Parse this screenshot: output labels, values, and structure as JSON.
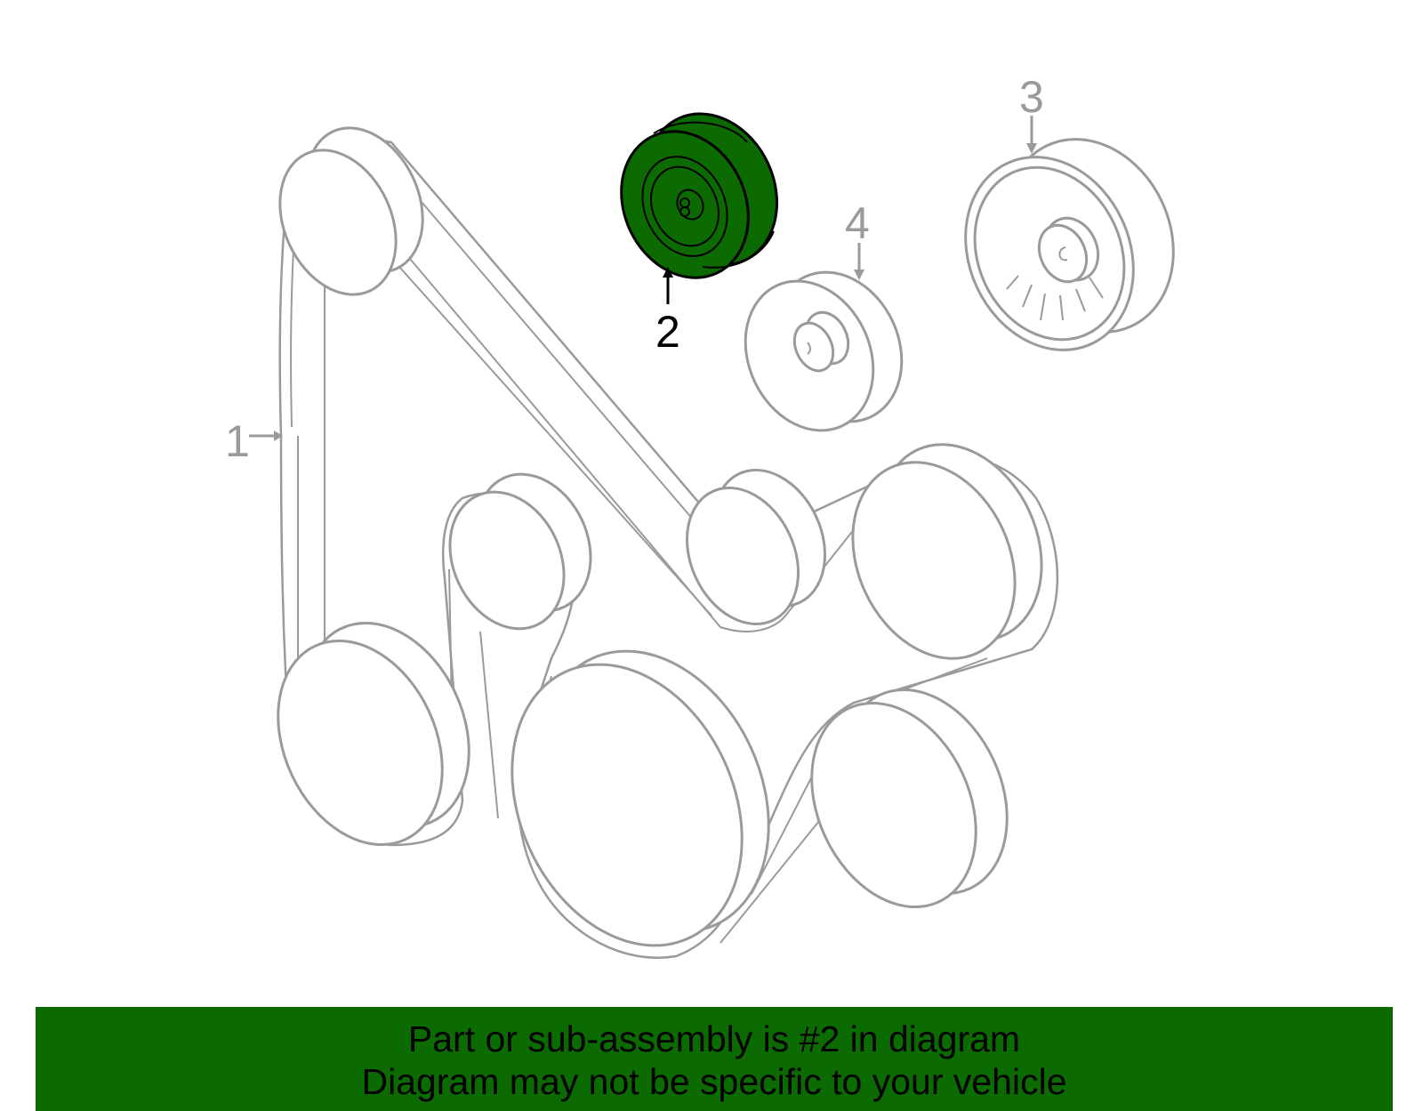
{
  "callouts": {
    "c1": "1",
    "c2": "2",
    "c3": "3",
    "c4": "4"
  },
  "highlight_color": "#0b6b00",
  "banner": {
    "line1": "Part or sub-assembly is #2 in diagram",
    "line2": "Diagram may not be specific to your vehicle",
    "background": "#0b6b00"
  }
}
